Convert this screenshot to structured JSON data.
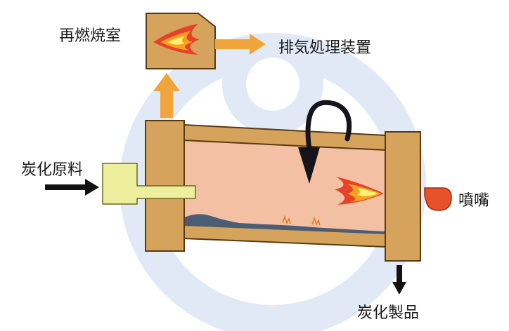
{
  "labels": {
    "afterburner": "再燃焼室",
    "exhaust": "排気処理装置",
    "raw_material": "炭化原料",
    "burner": "噴嘴",
    "product": "炭化製品"
  },
  "colors": {
    "wood": "#d6a35c",
    "wood_edge": "#5a3a12",
    "drum_inner": "#f4c0a3",
    "hopper": "#eeef9e",
    "arrow_orange": "#f0a53c",
    "burner_red": "#e8522a",
    "watermark": "#dfe8f6"
  }
}
